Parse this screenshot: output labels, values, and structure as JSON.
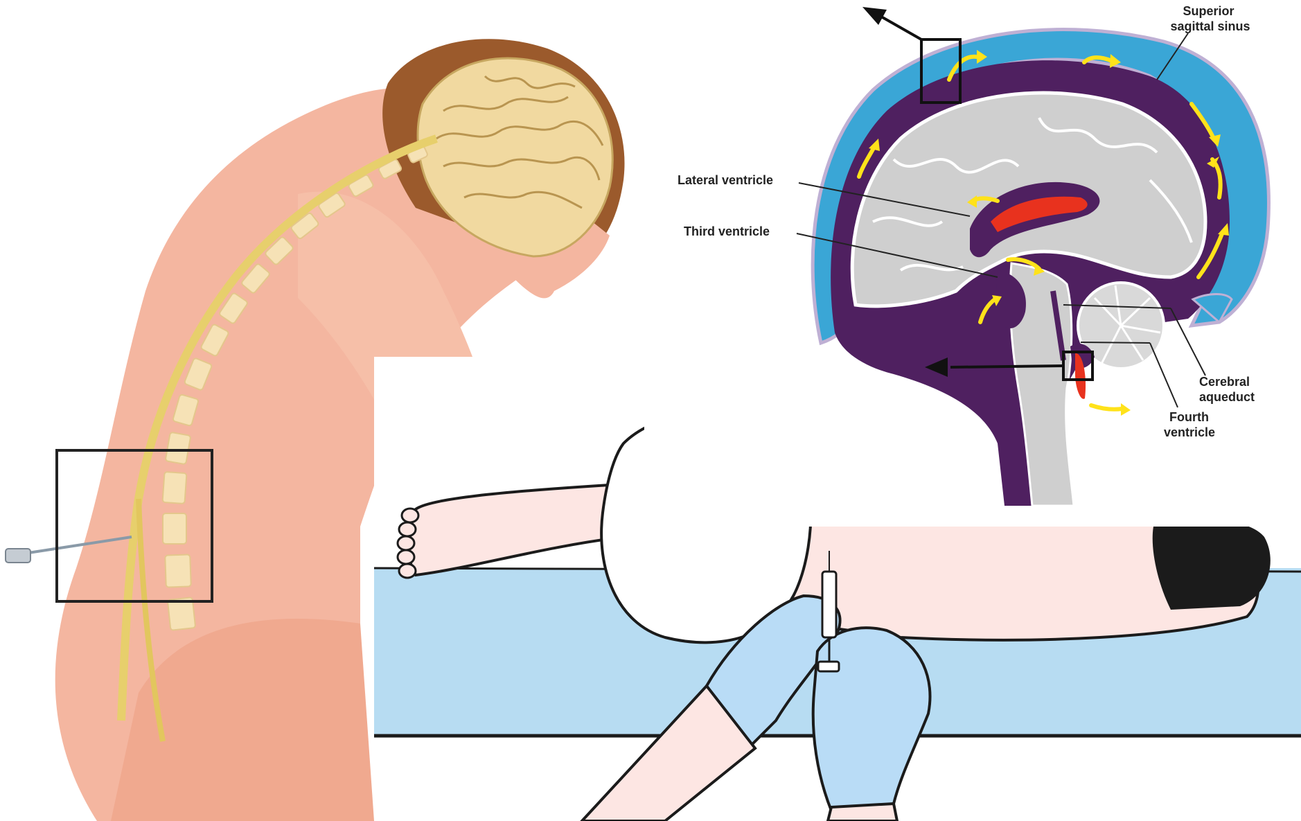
{
  "labels": {
    "superior_sagittal_sinus": [
      "Superior",
      "sagittal sinus"
    ],
    "lateral_ventricle": "Lateral ventricle",
    "third_ventricle": "Third ventricle",
    "cerebral_aqueduct": [
      "Cerebral",
      "aqueduct"
    ],
    "fourth_ventricle": [
      "Fourth",
      "ventricle"
    ]
  },
  "colors": {
    "skin": "#f2b09a",
    "spine_bone": "#f6e2b6",
    "spinal_cord": "#e7cf6c",
    "csf_space": "#4f2060",
    "sinus_blue": "#3aa6d6",
    "brain_gray": "#cfcfcf",
    "choroid_red": "#e8321e",
    "arrow_yellow": "#ffe21a",
    "bed_blue": "#b7dcf2",
    "glove_blue": "#b9dcf6",
    "patient_skin_light": "#fde6e3",
    "hair_black": "#1b1b1b"
  },
  "icons": [
    "syringe-needle",
    "flow-arrow",
    "pointer-arrow"
  ]
}
